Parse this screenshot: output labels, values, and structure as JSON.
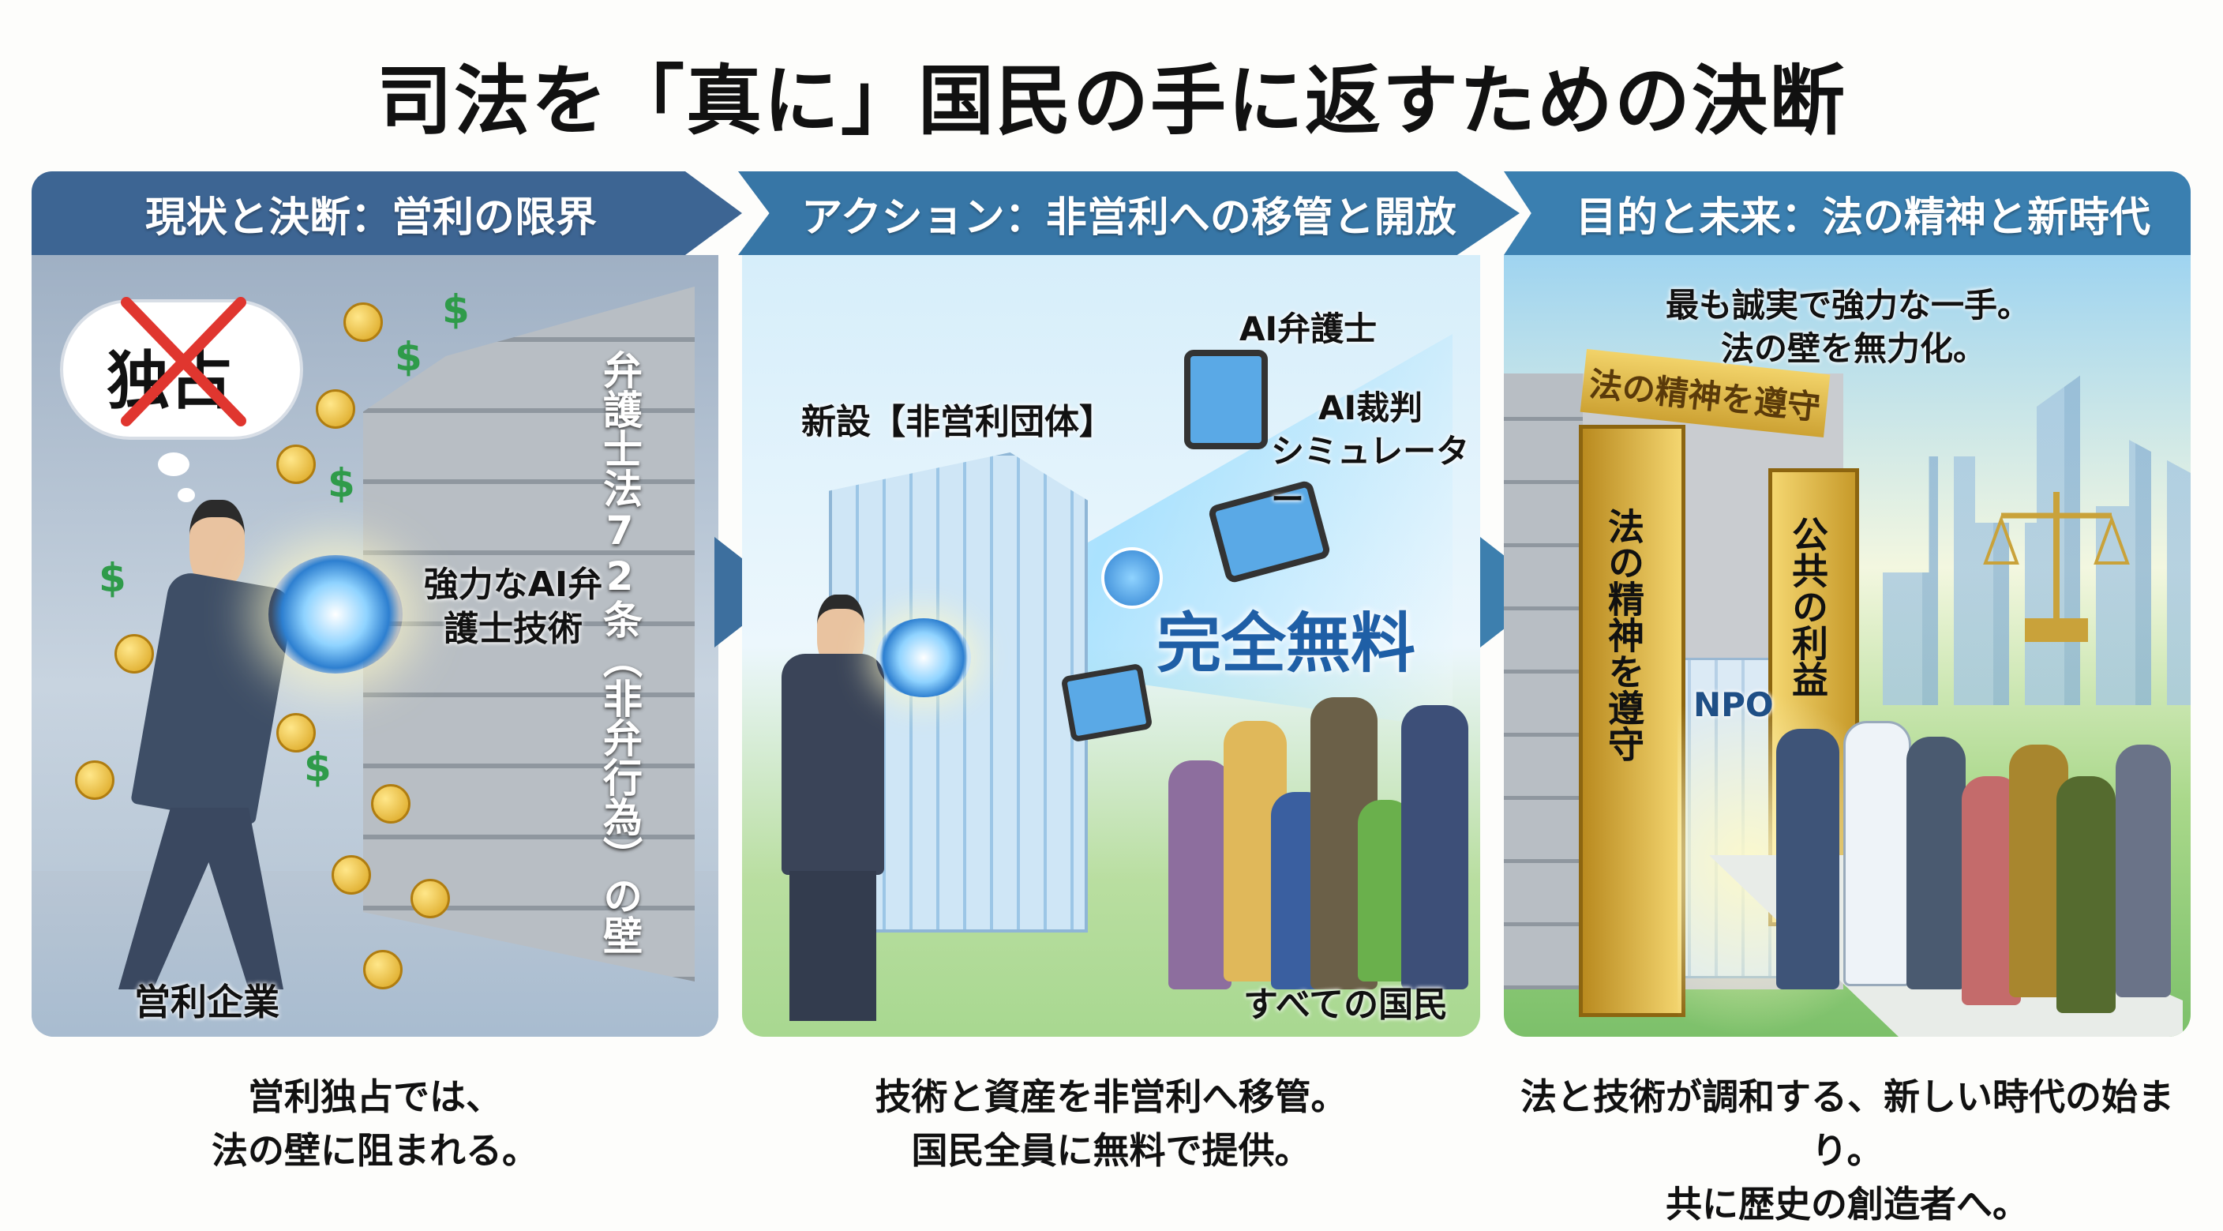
{
  "title": "司法を「真に」国民の手に返すための決断",
  "colors": {
    "header_1": "#3d6593",
    "header_2": "#3776a6",
    "header_3": "#3a7fb0",
    "coin": "#d9a21b",
    "dollar": "#2f9b4a",
    "cross": "#e0362f"
  },
  "panels": [
    {
      "header": "現状と決断：営利の限界",
      "thought_bubble": "独占",
      "wall_label": "弁護士法72条（非弁行為）の壁",
      "tech_label": "強力なAI弁護士技術",
      "company_label": "営利企業",
      "caption_line1": "営利独占では、",
      "caption_line2": "法の壁に阻まれる。"
    },
    {
      "header": "アクション：非営利への移管と開放",
      "org_label": "新設【非営利団体】",
      "app1_label": "AI弁護士",
      "app2_label_line1": "AI裁判",
      "app2_label_line2": "シミュレーター",
      "free_label": "完全無料",
      "citizens_label": "すべての国民",
      "caption_line1": "技術と資産を非営利へ移管。",
      "caption_line2": "国民全員に無料で提供。"
    },
    {
      "header": "目的と未来：法の精神と新時代",
      "headline_line1": "最も誠実で強力な一手。",
      "headline_line2": "法の壁を無力化。",
      "gate_sign": "法の精神を遵守",
      "left_door": "法の精神を遵守",
      "right_door": "公共の利益",
      "building_sign": "NPO",
      "caption_line1": "法と技術が調和する、新しい時代の始まり。",
      "caption_line2": "共に歴史の創造者へ。"
    }
  ]
}
